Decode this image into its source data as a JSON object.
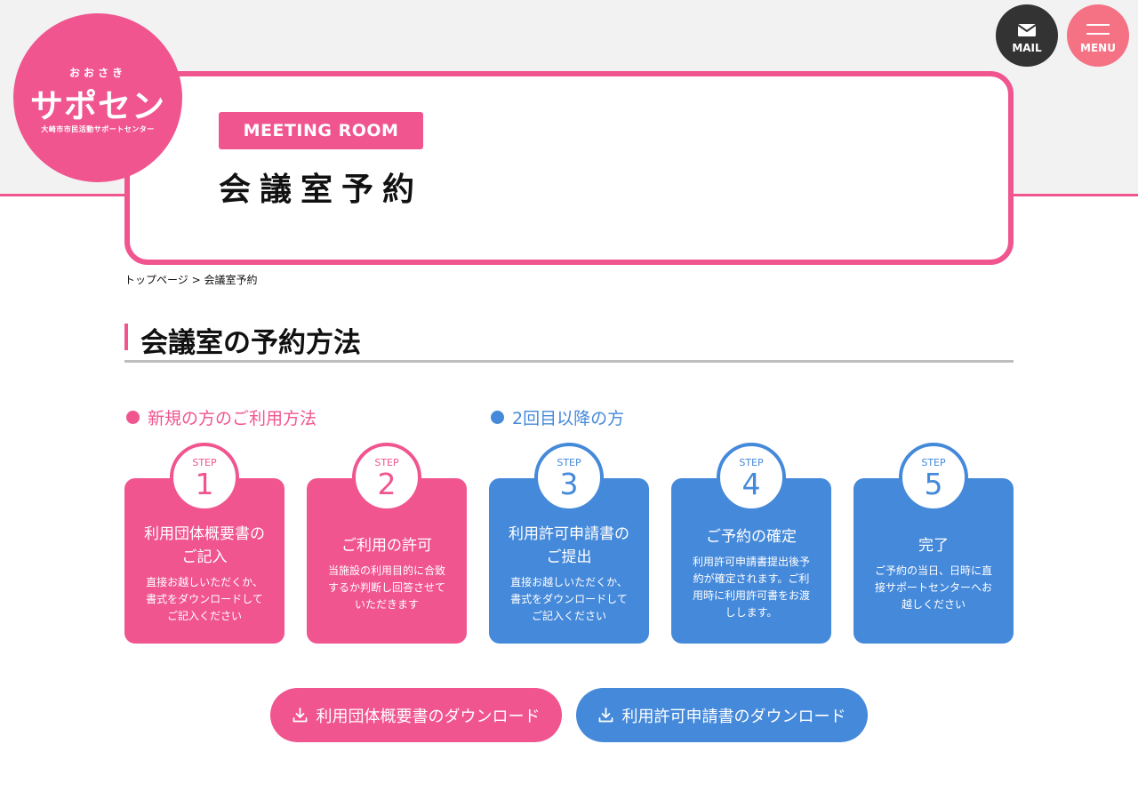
{
  "header": {
    "logo_small": "おおさき",
    "logo_main": "サポセン",
    "logo_sub": "大崎市市民活動サポートセンター",
    "mail_label": "MAIL",
    "menu_label": "MENU"
  },
  "hero": {
    "badge": "MEETING ROOM",
    "title": "会議室予約"
  },
  "breadcrumb": {
    "home": "トップページ",
    "separator": ">",
    "current": "会議室予約"
  },
  "section": {
    "heading": "会議室の予約方法"
  },
  "groups": {
    "new_label": "新規の方のご利用方法",
    "repeat_label": "2回目以降の方"
  },
  "steps": [
    {
      "step_word": "STEP",
      "number": "1",
      "title_line1": "利用団体概要書の",
      "title_line2": "ご記入",
      "desc_line1": "直接お越しいただくか、",
      "desc_line2": "書式をダウンロードして",
      "desc_line3": "ご記入ください",
      "desc_line4": ""
    },
    {
      "step_word": "STEP",
      "number": "2",
      "title_line1": "ご利用の許可",
      "title_line2": "",
      "desc_line1": "当施設の利用目的に合致",
      "desc_line2": "するか判断し回答させて",
      "desc_line3": "いただきます",
      "desc_line4": ""
    },
    {
      "step_word": "STEP",
      "number": "3",
      "title_line1": "利用許可申請書の",
      "title_line2": "ご提出",
      "desc_line1": "直接お越しいただくか、",
      "desc_line2": "書式をダウンロードして",
      "desc_line3": "ご記入ください",
      "desc_line4": ""
    },
    {
      "step_word": "STEP",
      "number": "4",
      "title_line1": "ご予約の確定",
      "title_line2": "",
      "desc_line1": "利用許可申請書提出後予",
      "desc_line2": "約が確定されます。ご利",
      "desc_line3": "用時に利用許可書をお渡",
      "desc_line4": "しします。"
    },
    {
      "step_word": "STEP",
      "number": "5",
      "title_line1": "完了",
      "title_line2": "",
      "desc_line1": "ご予約の当日、日時に直",
      "desc_line2": "接サポートセンターへお",
      "desc_line3": "越しください",
      "desc_line4": ""
    }
  ],
  "downloads": {
    "group_overview": "利用団体概要書のダウンロード",
    "permit_application": "利用許可申請書のダウンロード"
  },
  "colors": {
    "pink": "#f0558f",
    "blue": "#4589da",
    "dark": "#333333",
    "coral": "#f57184",
    "band": "#f2f2f2"
  }
}
